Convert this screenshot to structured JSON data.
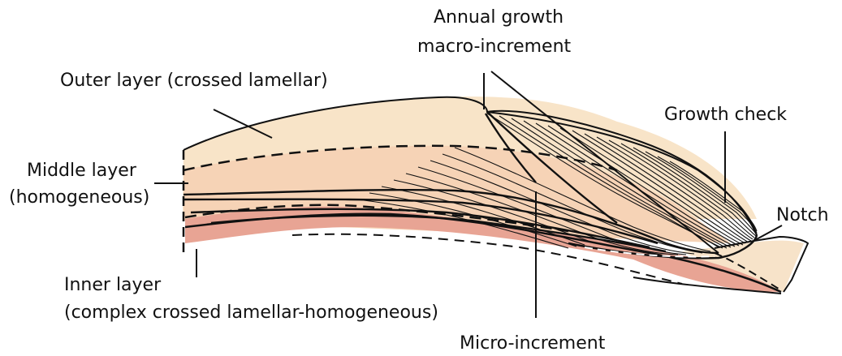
{
  "labels": {
    "annual_line1": "Annual growth",
    "annual_line2": "macro-increment",
    "outer_layer": "Outer layer (crossed lamellar)",
    "growth_check": "Growth check",
    "middle_line1": "Middle layer",
    "middle_line2": "(homogeneous)",
    "notch": "Notch",
    "inner_line1": "Inner layer",
    "inner_line2": "(complex crossed lamellar-homogeneous)",
    "micro_increment": "Micro-increment"
  },
  "colors": {
    "outer_layer": "#f8e4c8",
    "middle_layer": "#f6d3b6",
    "inner_layer": "#e8a494",
    "outline": "#111111",
    "background": "#ffffff"
  }
}
